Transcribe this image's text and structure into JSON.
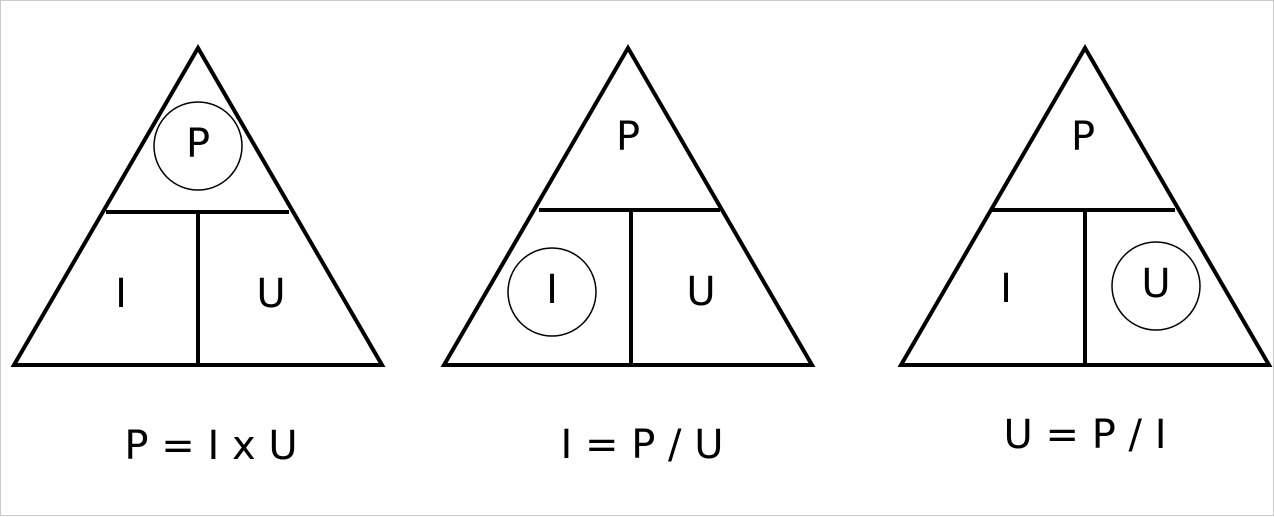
{
  "triangles": [
    {
      "top": "P",
      "bottom_left": "I",
      "bottom_right": "U",
      "circled": "top",
      "formula": "P = I x U"
    },
    {
      "top": "P",
      "bottom_left": "I",
      "bottom_right": "U",
      "circled": "bottom_left",
      "formula": "I = P / U"
    },
    {
      "top": "P",
      "bottom_left": "I",
      "bottom_right": "U",
      "circled": "bottom_right",
      "formula": "U = P / I"
    }
  ],
  "colors": {
    "line": "#000000",
    "background": "#ffffff"
  }
}
